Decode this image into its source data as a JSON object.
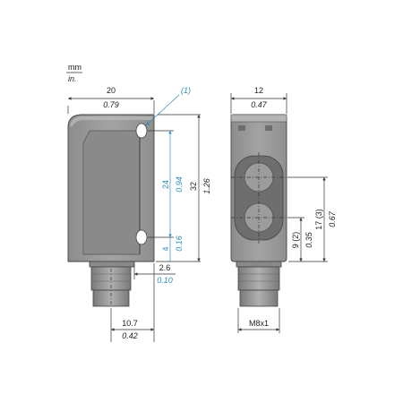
{
  "units": {
    "metric": "mm",
    "imperial": "in."
  },
  "note_marker": "(1)",
  "front_view": {
    "width_mm": "20",
    "width_in": "0.79",
    "hole_spacing_mm": "24",
    "hole_spacing_in": "0.94",
    "height_mm": "32",
    "height_in": "1.26",
    "hole_offset_mm": "4",
    "hole_offset_in": "0.16",
    "connector_offset_mm": "2.6",
    "connector_offset_in": "0.10",
    "connector_pos_mm": "10.7",
    "connector_pos_in": "0.42"
  },
  "side_view": {
    "width_mm": "12",
    "width_in": "0.47",
    "lens_low_mm": "9 (2)",
    "lens_low_in": "0.35",
    "lens_high_mm": "17 (3)",
    "lens_high_in": "0.67",
    "thread": "M8x1"
  },
  "colors": {
    "body": "#9a9a9a",
    "body_dark": "#6e6e6e",
    "accent_dim": "#2a8fc4",
    "line": "#333333"
  }
}
